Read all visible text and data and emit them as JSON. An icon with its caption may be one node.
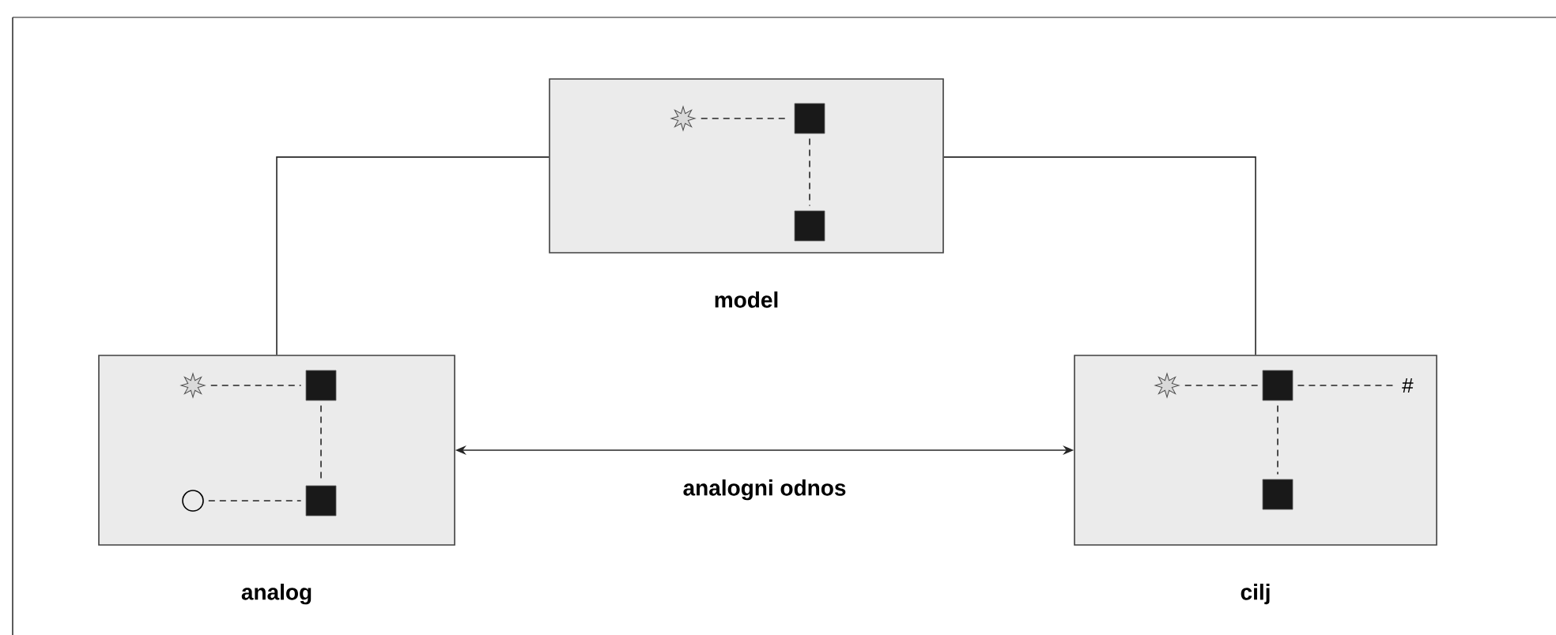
{
  "diagram": {
    "nodes": [
      {
        "text": [
          "model"
        ]
      },
      {
        "text": [
          "analog"
        ]
      },
      {
        "text": [
          "cilj"
        ]
      },
      {
        "text": [],
        "shape": "star",
        "in": 0
      },
      {
        "text": [],
        "shape": "box",
        "in": 0
      },
      {
        "text": [],
        "shape": "box",
        "in": 0
      },
      {
        "text": [],
        "shape": "star",
        "in": 1
      },
      {
        "text": [],
        "shape": "box",
        "in": 1
      },
      {
        "text": [],
        "shape": "circle",
        "in": 1
      },
      {
        "text": [],
        "shape": "box",
        "in": 1
      },
      {
        "text": [],
        "shape": "star",
        "in": 2
      },
      {
        "text": [],
        "shape": "box",
        "in": 2
      },
      {
        "text": [
          "#"
        ],
        "in": 2
      },
      {
        "text": [],
        "shape": "box",
        "in": 2
      }
    ],
    "edges": [
      {
        "from": 0,
        "to": 1,
        "arrow": "none"
      },
      {
        "from": 0,
        "to": 2,
        "arrow": "none"
      },
      {
        "from": 1,
        "to": 2,
        "arrow": "both",
        "label": "analogni odnos"
      },
      {
        "from": 3,
        "to": 4,
        "arrow": "none",
        "style": "dashed"
      },
      {
        "from": 4,
        "to": 5,
        "arrow": "none",
        "style": "dashed"
      },
      {
        "from": 6,
        "to": 7,
        "arrow": "none",
        "style": "dashed"
      },
      {
        "from": 7,
        "to": 9,
        "arrow": "none",
        "style": "dashed"
      },
      {
        "from": 8,
        "to": 9,
        "arrow": "none",
        "style": "dashed"
      },
      {
        "from": 10,
        "to": 11,
        "arrow": "none",
        "style": "dashed"
      },
      {
        "from": 11,
        "to": 12,
        "arrow": "none",
        "style": "dashed"
      },
      {
        "from": 11,
        "to": 13,
        "arrow": "none",
        "style": "dashed"
      }
    ]
  }
}
